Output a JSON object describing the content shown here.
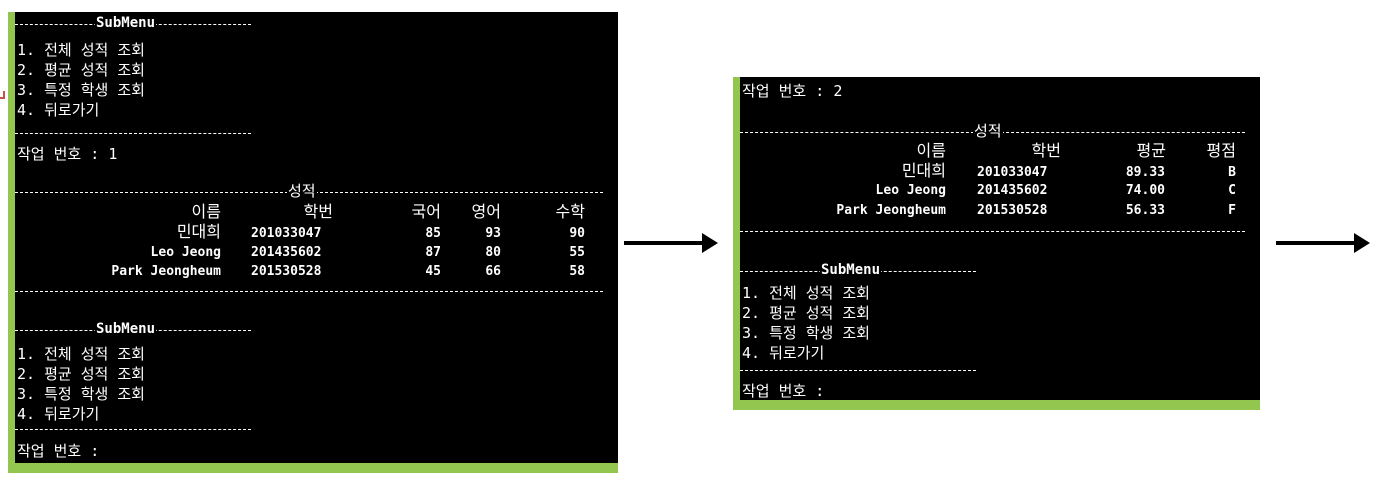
{
  "submenu": {
    "title": "SubMenu",
    "items": [
      "1. 전체 성적 조회",
      "2. 평균 성적 조회",
      "3. 특정 학생 조회",
      "4. 뒤로가기"
    ]
  },
  "left_console": {
    "prompt_filled": "작업 번호 : 1",
    "section_title": "성적",
    "headers": [
      "이름",
      "학번",
      "국어",
      "영어",
      "수학"
    ],
    "rows": [
      [
        "민대희",
        "201033047",
        "85",
        "93",
        "90"
      ],
      [
        "Leo Jeong",
        "201435602",
        "87",
        "80",
        "55"
      ],
      [
        "Park Jeongheum",
        "201530528",
        "45",
        "66",
        "58"
      ]
    ],
    "prompt_empty": "작업 번호 :"
  },
  "right_console": {
    "prompt_filled": "작업 번호 : 2",
    "section_title": "성적",
    "headers": [
      "이름",
      "학번",
      "평균",
      "평점"
    ],
    "rows": [
      [
        "민대희",
        "201033047",
        "89.33",
        "B"
      ],
      [
        "Leo Jeong",
        "201435602",
        "74.00",
        "C"
      ],
      [
        "Park Jeongheum",
        "201530528",
        "56.33",
        "F"
      ]
    ],
    "prompt_empty": "작업 번호 :"
  },
  "colors": {
    "console_bg": "#000000",
    "console_text": "#ffffff",
    "frame_accent": "#92c64f",
    "arrow": "#000000"
  },
  "icons": [
    "right-arrow-icon",
    "right-arrow-icon"
  ]
}
